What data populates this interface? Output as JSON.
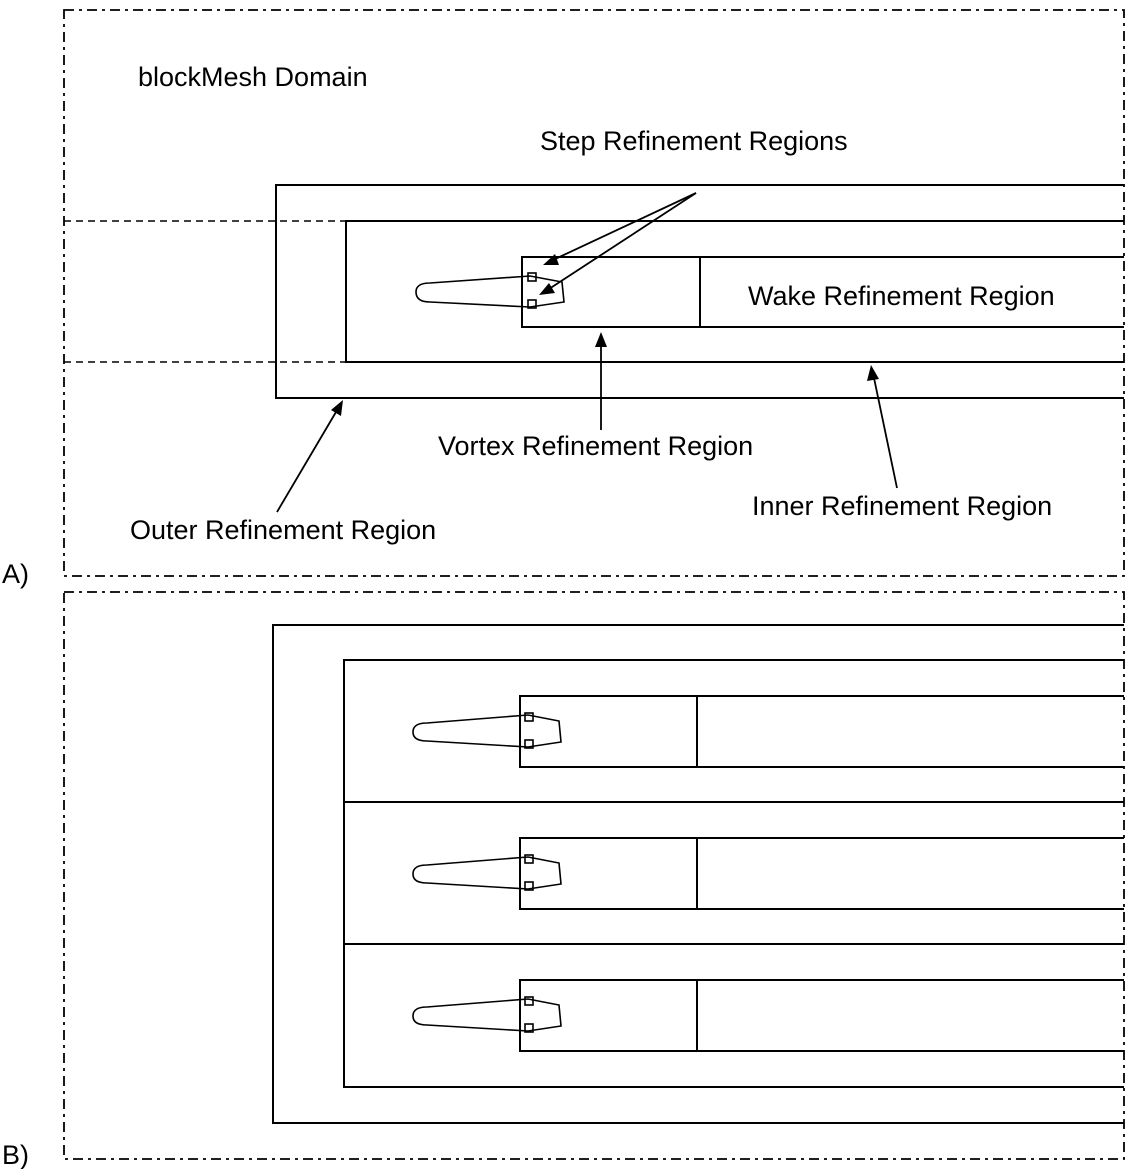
{
  "panel_a": {
    "tag": "A)",
    "labels": {
      "domain": "blockMesh Domain",
      "step": "Step Refinement Regions",
      "wake": "Wake Refinement Region",
      "vortex": "Vortex Refinement Region",
      "inner": "Inner Refinement Region",
      "outer": "Outer Refinement Region"
    }
  },
  "panel_b": {
    "tag": "B)"
  }
}
